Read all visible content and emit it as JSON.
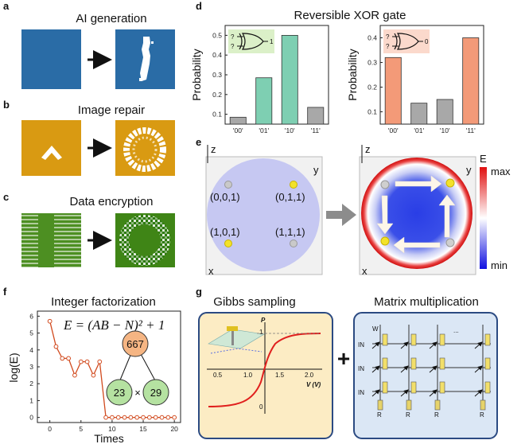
{
  "panels": {
    "a": {
      "letter": "a",
      "title": "AI generation"
    },
    "b": {
      "letter": "b",
      "title": "Image repair"
    },
    "c": {
      "letter": "c",
      "title": "Data encryption"
    },
    "d": {
      "letter": "d",
      "title": "Reversible XOR gate",
      "gate_left_output": "1",
      "gate_right_output": "0",
      "gate_inputs": "?"
    },
    "e": {
      "letter": "e",
      "axis_z": "z",
      "axis_y": "y",
      "axis_x": "x",
      "states": [
        "(0,0,1)",
        "(0,1,1)",
        "(1,0,1)",
        "(1,1,1)"
      ],
      "colorbar_label": "E",
      "colorbar_max": "max",
      "colorbar_min": "min"
    },
    "f": {
      "letter": "f",
      "title": "Integer factorization",
      "equation": "E = (AB − N)² + 1",
      "tree_top": "667",
      "tree_left": "23",
      "tree_right": "29",
      "tree_op": "×"
    },
    "g": {
      "letter": "g",
      "left_title": "Gibbs sampling",
      "right_title": "Matrix multiplication",
      "plot_ylabel": "P",
      "plot_xlabel": "V (V)",
      "plot_xticks": [
        "0.5",
        "1.0",
        "1.5",
        "2.0"
      ],
      "plot_yticks": [
        "1",
        "0"
      ],
      "plus": "+",
      "crossbar_w": "W",
      "crossbar_in": "IN",
      "crossbar_r": "R",
      "crossbar_dots": "..."
    }
  },
  "chart_data": [
    {
      "type": "bar",
      "categories": [
        "'00'",
        "'01'",
        "'10'",
        "'11'"
      ],
      "values": [
        0.085,
        0.285,
        0.5,
        0.135
      ],
      "colors": [
        "#a8a8a8",
        "#7ecfb2",
        "#7ecfb2",
        "#a8a8a8"
      ],
      "ylabel": "Probability",
      "ylim": [
        0.05,
        0.55
      ],
      "yticks": [
        "0.1",
        "0.2",
        "0.3",
        "0.4",
        "0.5"
      ]
    },
    {
      "type": "bar",
      "categories": [
        "'00'",
        "'01'",
        "'10'",
        "'11'"
      ],
      "values": [
        0.32,
        0.135,
        0.15,
        0.4
      ],
      "colors": [
        "#f39a78",
        "#a8a8a8",
        "#a8a8a8",
        "#f39a78"
      ],
      "ylabel": "Probability",
      "ylim": [
        0.05,
        0.45
      ],
      "yticks": [
        "0.1",
        "0.2",
        "0.3",
        "0.4"
      ]
    },
    {
      "type": "line",
      "x": [
        0,
        1,
        2,
        3,
        4,
        5,
        6,
        7,
        8,
        9,
        10,
        11,
        12,
        13,
        14,
        15,
        16,
        17,
        18,
        19,
        20
      ],
      "y": [
        5.7,
        4.2,
        3.5,
        3.5,
        2.5,
        3.3,
        3.3,
        2.5,
        3.3,
        0.0,
        0.0,
        0.0,
        0.0,
        0.0,
        0.0,
        0.0,
        0.0,
        0.0,
        0.0,
        0.0,
        0.0
      ],
      "xlabel": "Times",
      "ylabel": "log(E)",
      "xlim": [
        -2,
        21
      ],
      "ylim": [
        -0.3,
        6.3
      ],
      "xticks": [
        "0",
        "5",
        "10",
        "15",
        "20"
      ],
      "yticks": [
        "0",
        "1",
        "2",
        "3",
        "4",
        "5",
        "6"
      ]
    }
  ]
}
